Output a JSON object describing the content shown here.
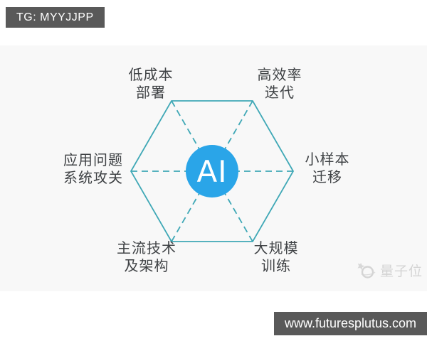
{
  "badge": {
    "label": "TG: MYYJJPP",
    "background": "#595959"
  },
  "background": {
    "page": "#ffffff",
    "content_band": "#f8f8f8"
  },
  "diagram": {
    "center": {
      "label": "AI",
      "circle_color": "#2aa5e8"
    },
    "line_color": "#3fa8b6",
    "text_color": "#3f4245",
    "nodes": [
      {
        "position": "top-left",
        "line1": "低成本",
        "line2": "部署"
      },
      {
        "position": "top-right",
        "line1": "高效率",
        "line2": "迭代"
      },
      {
        "position": "left",
        "line1": "应用问题",
        "line2": "系统攻关"
      },
      {
        "position": "right",
        "line1": "小样本",
        "line2": "迁移"
      },
      {
        "position": "bottom-left",
        "line1": "主流技术",
        "line2": "及架构"
      },
      {
        "position": "bottom-right",
        "line1": "大规模",
        "line2": "训练"
      }
    ]
  },
  "watermark": {
    "icon": "qbitai-logo-icon",
    "label": "量子位",
    "color": "#d4d4d4"
  },
  "footer": {
    "url": "www.futuresplutus.com",
    "background": "#595959"
  }
}
